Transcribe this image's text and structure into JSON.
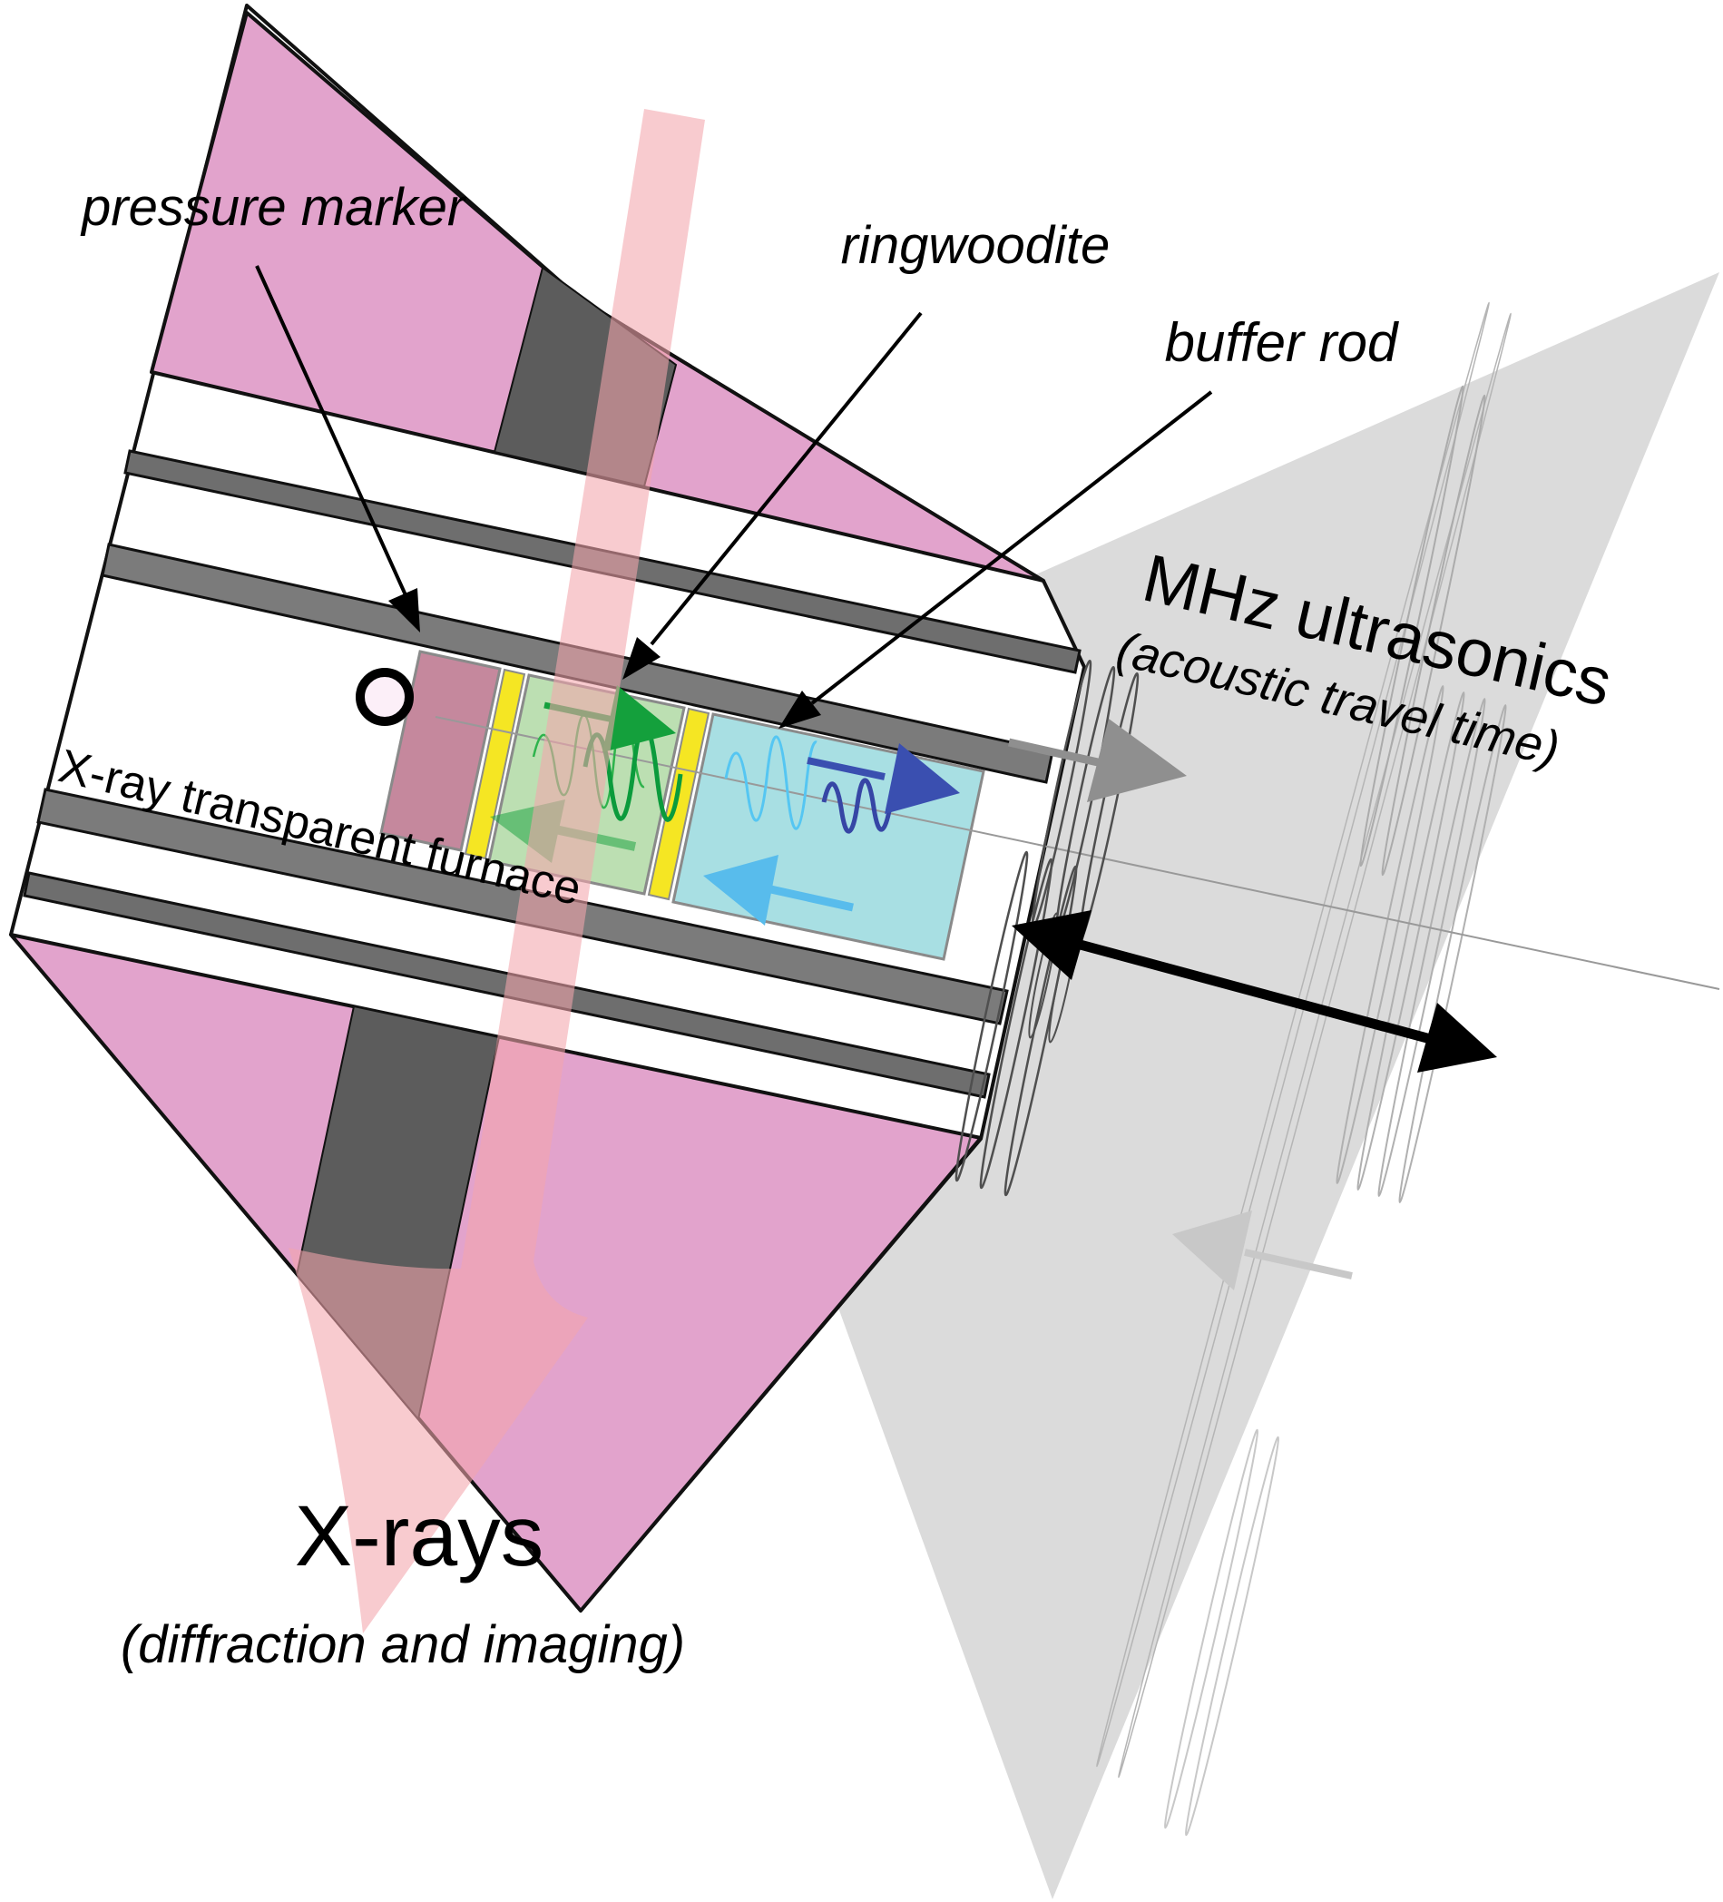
{
  "figure": {
    "labels": {
      "pressure_marker": "pressure marker",
      "ringwoodite": "ringwoodite",
      "buffer_rod": "buffer rod",
      "mhz_ultrasonics": "MHz ultrasonics",
      "acoustic_travel_time": "(acoustic travel time)",
      "xray_transparent_furnace": "X-ray transparent furnace",
      "xrays": "X-rays",
      "diffraction_and_imaging": "(diffraction and imaging)"
    },
    "colors": {
      "anvil-pink": "#E2A3CC",
      "marker-rose": "#C5889D",
      "gasket-yellow": "#F5E623",
      "ringwoodite-green": "#BCDFB2",
      "buffer-cyan": "#A8DFE3",
      "furnace-gray": "#6E6E6E",
      "furnace-gray-thick": "#7B7B7B",
      "anvil-slot-gray": "#5C5C5C",
      "plane-gray": "#DBDBDB",
      "beam-pink": "#F3A6AC",
      "green-arrow": "#14A03C",
      "green-wave": "#2EB34C",
      "dark-green-wave": "#0B9B3C",
      "blue-arrow": "#3A4FB0",
      "cyan-arrow": "#58BCEC",
      "cyan-wave": "#55C6F2",
      "blue-wave": "#3646A5",
      "outline-black": "#111111"
    }
  }
}
